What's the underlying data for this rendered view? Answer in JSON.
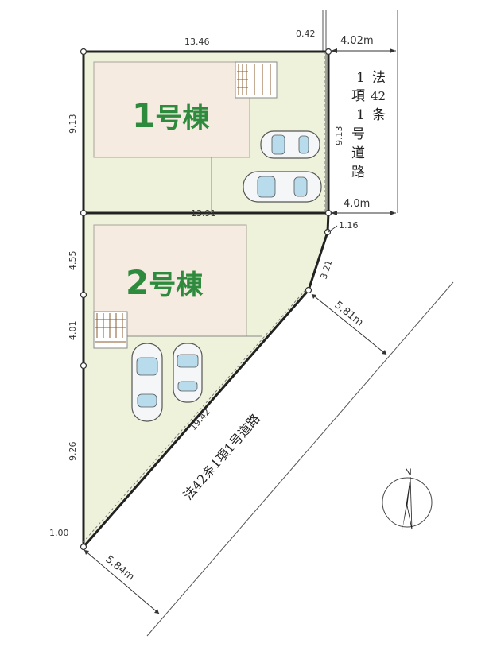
{
  "buildings": {
    "b1": {
      "num": "1",
      "suffix": "号棟"
    },
    "b2": {
      "num": "2",
      "suffix": "号棟"
    }
  },
  "dimensions": {
    "top_width": "13.46",
    "top_small": "0.42",
    "road_width_top": "4.02m",
    "left_b1": "9.13",
    "right_b1": "9.13",
    "mid_width": "13.91",
    "road_width_mid": "4.0m",
    "right_small": "1.16",
    "diag_small": "3.21",
    "left_b2_upper": "4.55",
    "left_b2_mid": "4.01",
    "left_b2_lower": "9.26",
    "diag_long": "19.42",
    "road_width_diag_upper": "5.81m",
    "road_width_diag_lower": "5.84m",
    "bottom_small": "1.00"
  },
  "roads": {
    "east_road_col1": [
      "法",
      "42",
      "条"
    ],
    "east_road_col2": [
      "1",
      "項",
      "1",
      "号",
      "道",
      "路"
    ],
    "diag_road": "法42条1項1号道路"
  },
  "compass": {
    "label": "N"
  },
  "colors": {
    "lot_fill": "#eef2da",
    "building_fill": "#f5ebe0",
    "building_text": "#2e8b3e",
    "boundary": "#222222"
  }
}
